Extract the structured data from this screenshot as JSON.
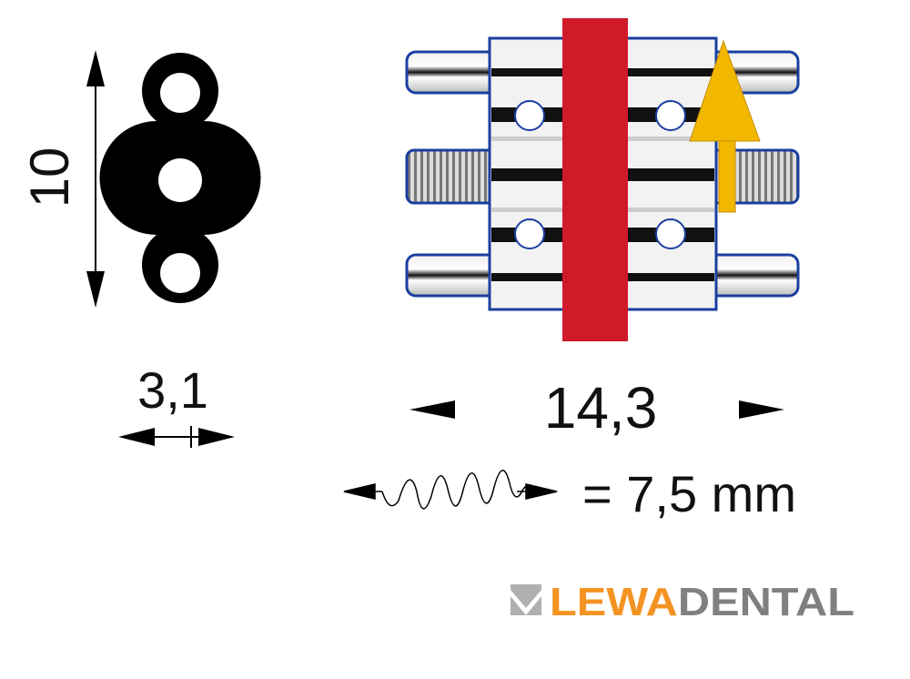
{
  "plate": {
    "height_label": "10",
    "width_label": "3,1"
  },
  "screw": {
    "width_label": "14,3",
    "turn_equivalent": "= 7,5 mm"
  },
  "logo": {
    "part1": "LEWA",
    "part2": "DENTAL",
    "color1": "#f39322",
    "color2": "#808080"
  },
  "colors": {
    "band": "#d01a2a",
    "arrow": "#f2b800",
    "rim": "#1a3fa0"
  }
}
